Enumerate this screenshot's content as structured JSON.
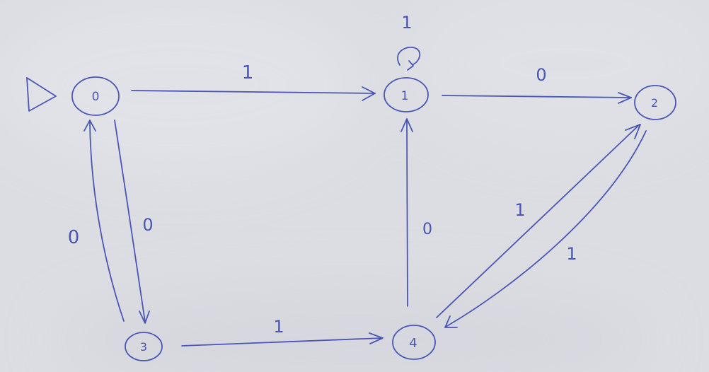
{
  "diagram": {
    "type": "finite-automaton",
    "ink_color": "#4a56b4",
    "paper_color": "#dcdde3",
    "start_marker": "triangle",
    "states": [
      {
        "id": "q0",
        "label": "0",
        "start": true
      },
      {
        "id": "q1",
        "label": "1"
      },
      {
        "id": "q2",
        "label": "2"
      },
      {
        "id": "q3",
        "label": "3"
      },
      {
        "id": "q4",
        "label": "4"
      }
    ],
    "transitions": [
      {
        "from": "0",
        "to": "1",
        "symbol": "1"
      },
      {
        "from": "1",
        "to": "1",
        "symbol": "1"
      },
      {
        "from": "1",
        "to": "2",
        "symbol": "0"
      },
      {
        "from": "0",
        "to": "3",
        "symbol": "0"
      },
      {
        "from": "3",
        "to": "0",
        "symbol": "0"
      },
      {
        "from": "3",
        "to": "4",
        "symbol": "1"
      },
      {
        "from": "4",
        "to": "1",
        "symbol": "0"
      },
      {
        "from": "4",
        "to": "2",
        "symbol": "1"
      },
      {
        "from": "2",
        "to": "4",
        "symbol": "1"
      }
    ]
  }
}
